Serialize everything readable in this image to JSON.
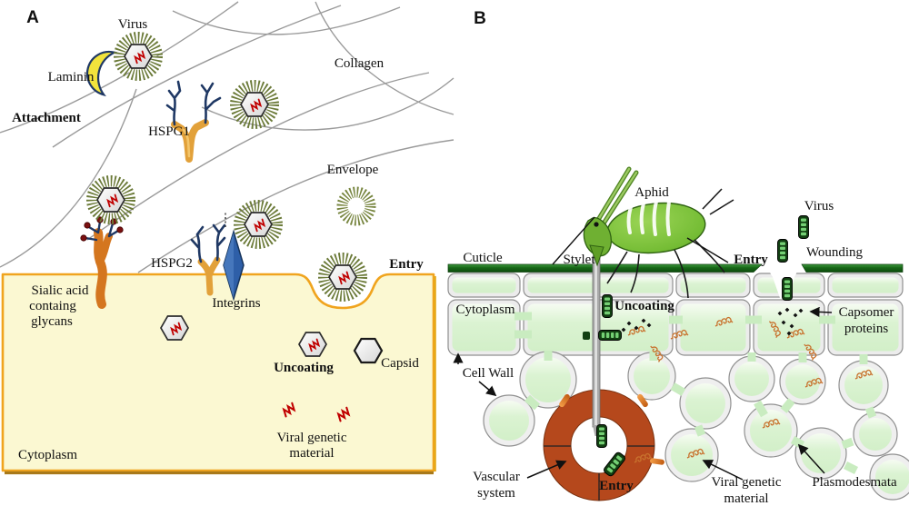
{
  "panel_a": {
    "panel_label": "A",
    "labels": {
      "virus": "Virus",
      "laminin": "Laminin",
      "attachment": "Attachment",
      "hspg1": "HSPG1",
      "collagen": "Collagen",
      "envelope": "Envelope",
      "sialic_acid_glycans": {
        "line1": "Sialic acid",
        "line2": "containg",
        "line3": "glycans"
      },
      "hspg2": "HSPG2",
      "integrins": "Integrins",
      "entry": "Entry",
      "uncoating": "Uncoating",
      "capsid": "Capsid",
      "viral_genetic_material": {
        "line1": "Viral genetic",
        "line2": "material"
      },
      "cytoplasm": "Cytoplasm"
    }
  },
  "panel_b": {
    "panel_label": "B",
    "labels": {
      "aphid": "Aphid",
      "virus": "Virus",
      "stylet": "Stylet",
      "entry_top": "Entry",
      "wounding": "Wounding",
      "cuticle": "Cuticle",
      "cytoplasm": "Cytoplasm",
      "uncoating": "Uncoating",
      "capsomer_proteins": {
        "line1": "Capsomer",
        "line2": "proteins"
      },
      "cell_wall": "Cell Wall",
      "vascular_system": {
        "line1": "Vascular",
        "line2": "system"
      },
      "entry_bottom": "Entry",
      "viral_genetic_material": {
        "line1": "Viral genetic",
        "line2": "material"
      },
      "plasmodesmata": "Plasmodesmata"
    }
  },
  "colors": {
    "membrane_orange": "#F0A41E",
    "cytoplasm_yellow": "#FBF8D2",
    "collagen_gray": "#999999",
    "virus_spike_olive": "#6B7A38",
    "capsid_gray": "#E9E9E9",
    "genetic_material_red": "#C00000",
    "laminin_yellow": "#F2E33C",
    "laminin_outline_navy": "#1F3864",
    "hspg_gold": "#E2A13A",
    "glycan_branch_navy": "#1F3864",
    "sialic_stem_orange": "#D4761F",
    "sialic_tip_darkred": "#7A1010",
    "integrin_blue": "#2E5FA8",
    "cuticle_green": "#1A6E1A",
    "plant_cell_green": "#DBF3D2",
    "cell_wall_gray": "#BFBFBF",
    "aphid_green": "#7CC63E",
    "stylet_gray": "#A9A9A9",
    "virus_rod_darkgreen": "#123F12",
    "virus_rod_dots_green": "#74D074",
    "vascular_rust": "#B5481C",
    "viral_coil_orange": "#C8722E",
    "capsomer_black": "#111111"
  }
}
